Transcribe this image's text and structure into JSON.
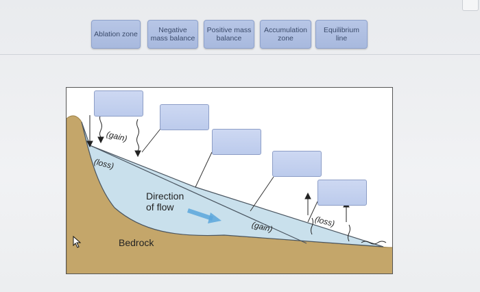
{
  "answer_bank": {
    "chips": [
      {
        "label": "Ablation zone"
      },
      {
        "label": "Negative mass balance"
      },
      {
        "label": "Positive mass balance"
      },
      {
        "label": "Accumulation zone"
      },
      {
        "label": "Equilibrium line"
      }
    ]
  },
  "diagram": {
    "labels": {
      "gain_top": "(gain)",
      "loss_top": "(loss)",
      "direction": "Direction of flow",
      "gain_bottom": "(gain)",
      "loss_bottom": "(loss)",
      "bedrock": "Bedrock"
    },
    "colors": {
      "ice": "#c9e0ec",
      "bedrock": "#c4a66a",
      "arrow": "#5aa6dc",
      "drop_target": "#c2cfee"
    },
    "drop_targets": [
      {
        "value": ""
      },
      {
        "value": ""
      },
      {
        "value": ""
      },
      {
        "value": ""
      },
      {
        "value": ""
      }
    ]
  }
}
